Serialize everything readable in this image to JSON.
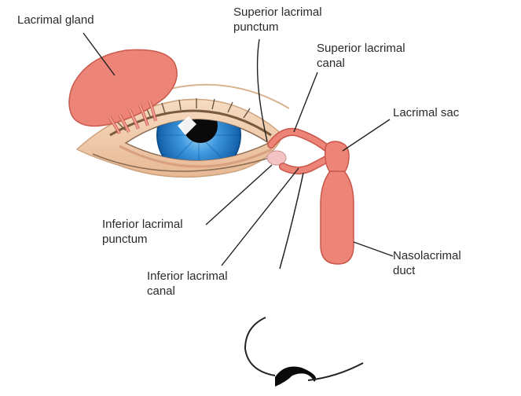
{
  "labels": {
    "lacrimal_gland": "Lacrimal gland",
    "superior_punctum_1": "Superior lacrimal",
    "superior_punctum_2": "punctum",
    "superior_canal_1": "Superior lacrimal",
    "superior_canal_2": "canal",
    "lacrimal_sac": "Lacrimal sac",
    "inferior_punctum_1": "Inferior lacrimal",
    "inferior_punctum_2": "punctum",
    "inferior_canal_1": "Inferior lacrimal",
    "inferior_canal_2": "canal",
    "nasolacrimal_duct_1": "Nasolacrimal",
    "nasolacrimal_duct_2": "duct"
  },
  "colors": {
    "gland": "#ec8577",
    "gland_stroke": "#c9574b",
    "iris": "#1f78c8",
    "iris_light": "#5fb1ec",
    "pupil": "#0a0a0a",
    "eyelid": "#efc9a7",
    "eyelid_shadow": "#cfa581",
    "leader": "#222222",
    "lash": "#6a5642"
  }
}
